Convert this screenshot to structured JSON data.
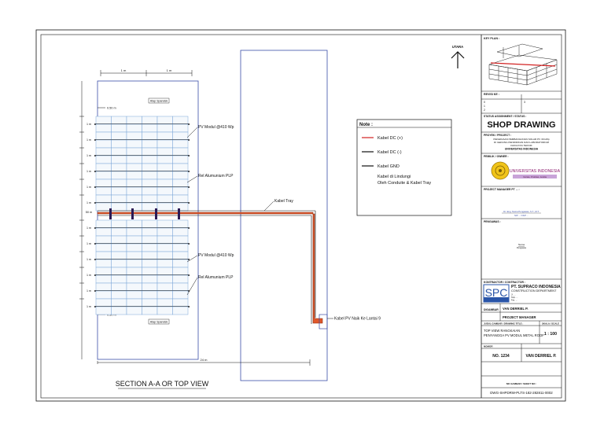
{
  "drawing": {
    "title": "SECTION A-A OR TOP VIEW",
    "north_label": "UTARA",
    "labels": {
      "pv_module_top": "PV Modul @410 Wp",
      "rail_top": "Rel Alumunium PLP",
      "pv_module_bottom": "PV Modul @410 Wp",
      "rail_bottom": "Rel Alumunium PLP",
      "cable_tray": "Kabel Tray",
      "pv_riser": "Kabel PV Naik Ke Lantai 9",
      "area_top": "Atap Spandek",
      "area_bottom": "Atap Spandek",
      "gap_top": "0.50 m",
      "gap_bottom": "0.50 m",
      "walkway": "50 m",
      "dim_top_left": "1 m",
      "dim_top_right": "1 m",
      "dim_bottom": "24 m"
    },
    "side_dims": [
      "1 m",
      "1 m",
      "1 m",
      "1 m",
      "1 m",
      "1 m",
      "1 m",
      "1 m",
      "1 m",
      "1 m",
      "1 m",
      "1 m"
    ]
  },
  "legend": {
    "title": "Note :",
    "items": [
      {
        "label": "Kabel DC (+)",
        "color": "#d22222"
      },
      {
        "label": "Kabel DC (-)",
        "color": "#111111"
      },
      {
        "label": "Kabel GND",
        "color": "#111111"
      }
    ],
    "note_line1": "Kabel di Lindungi",
    "note_line2": "Oleh Conduite & Kabel Tray"
  },
  "title_block": {
    "key_plan_label": "KEY PLAN :",
    "revision_label": "REVISI KE :",
    "revision_rows": [
      "0",
      "1",
      "2",
      "3"
    ],
    "status_label": "STATUS ASSIGNMENT / STATUS :",
    "status_value": "SHOP DRAWING",
    "project_label": "PROYEK / PROJECT :",
    "project_lines": [
      "PEKERJAAN PEMBANGUNAN SOLAR PV 30 kWp",
      "DI GEDUNG PENDIDIKAN DAN LABORATORIUM",
      "FAKULTAS TEKNIK",
      "UNIVERSITAS INDONESIA"
    ],
    "owner_label": "PEMILIK / OWNER :",
    "owner_logo_text": "UNIVERSITAS INDONESIA",
    "owner_logo_tagline": "Veritas, Probitas, Iustitia",
    "pm_label": "PROJECT MANAGER PT ... :",
    "pm_name": "Dr. Eng. Nama Pengawas, S.T., M.T.",
    "pm_sub": "NIP ... / NUP ...",
    "approve_label": "PENGAWAS :",
    "approve_name": "Nama",
    "approve_sub": "Pengawas",
    "contractor_label": "KONTRAKTOR / CONTRACTOR :",
    "contractor_logo": "SPC",
    "contractor_name": "PT. SUPRACO INDONESIA",
    "contractor_dept": "CONSTRUCTION DEPARTMENT",
    "contractor_addr": [
      "Jl. ...",
      "Telp. ...",
      "Fax. ..."
    ],
    "drawn_label": "DIGAMBAR",
    "drawn_value": "VAN DERRIEL P.",
    "checked_value": "PROJECT MANAGER",
    "sheet_title_label": "JUDUL GAMBAR / DRAWING TITLE :",
    "scale_label": "SKALA / SCALE",
    "sheet_title": [
      "TOP VIEW RANGKAIAN",
      "PENYANGGA PV MODUL METAL ROOF"
    ],
    "scale_value": "1 : 100",
    "no_label": "NOMOR",
    "no_value": "NO. 1234",
    "by_value": "VAN DERRIEL P.",
    "drawing_no_label": "NO GAMBAR / SHEET NO :",
    "drawing_no": "DWG-SHPDRW-PLTS-182-282811-0002"
  }
}
